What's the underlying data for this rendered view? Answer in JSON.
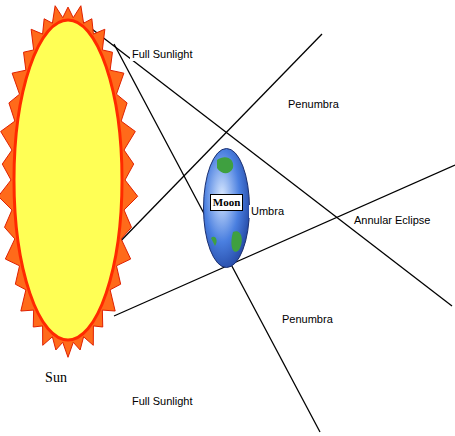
{
  "diagram": {
    "nodes": [
      {
        "text": [
          "Sun"
        ]
      },
      {
        "text": [
          "Moon"
        ]
      }
    ],
    "labels": [
      "Full Sunlight",
      "Penumbra",
      "Umbra",
      "Annular Eclipse",
      "Penumbra",
      "Full Sunlight"
    ]
  }
}
